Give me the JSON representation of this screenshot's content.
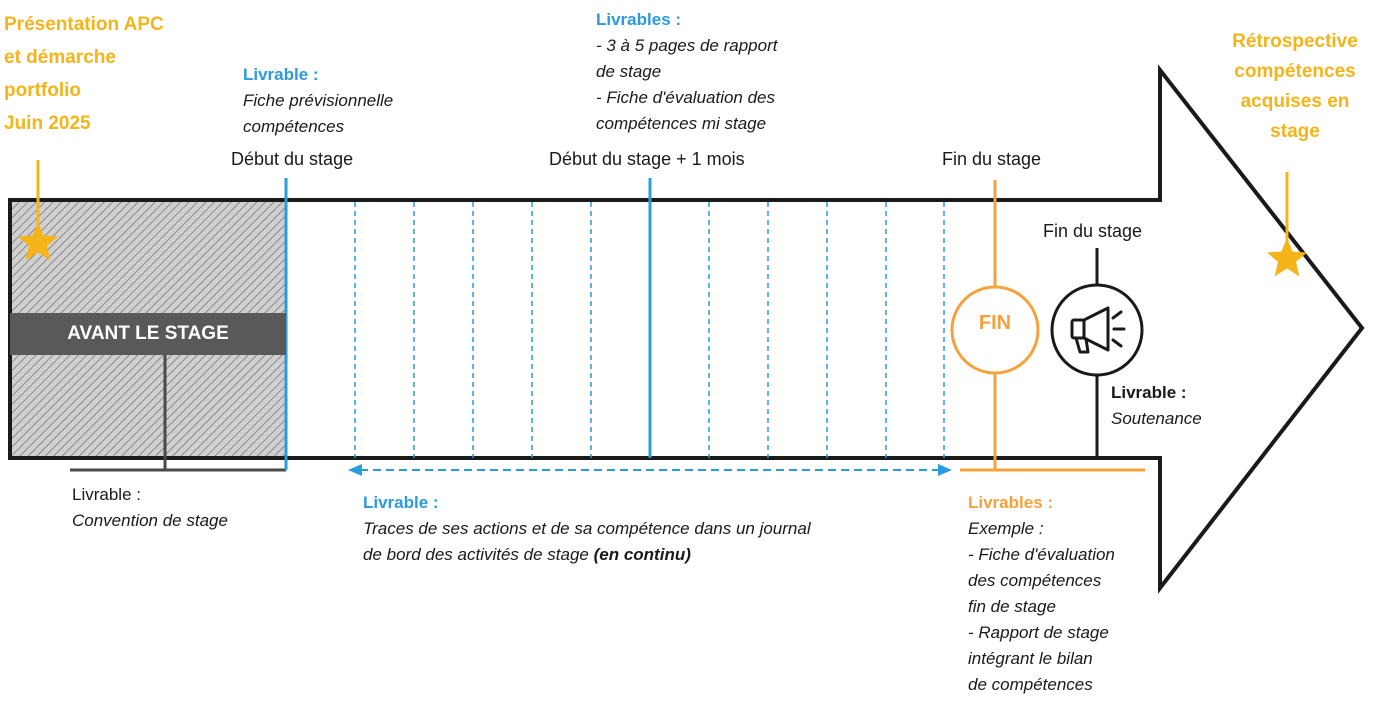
{
  "colors": {
    "yellow": "#f4b41a",
    "blue": "#2b9bdc",
    "orange": "#f4a23c",
    "dark": "#1a1a1a",
    "bar": "#595959"
  },
  "presentation": {
    "line1": "Présentation APC",
    "line2": "et démarche",
    "line3": "portfolio",
    "line4": "Juin 2025"
  },
  "retro": {
    "line1": "Rétrospective",
    "line2": "compétences",
    "line3": "acquises en",
    "line4": "stage"
  },
  "avant": {
    "label": "AVANT LE STAGE"
  },
  "start": {
    "heading": "Livrable :",
    "line1": "Fiche prévisionnelle",
    "line2": "compétences",
    "label": "Début du stage"
  },
  "mid": {
    "heading": "Livrables :",
    "line1": "- 3 à 5 pages de rapport",
    "line2": "de stage",
    "line3": "- Fiche d'évaluation des",
    "line4": "compétences mi stage",
    "label": "Début du stage + 1 mois"
  },
  "end": {
    "label": "Fin du stage",
    "badge": "FIN"
  },
  "defense": {
    "label": "Fin du stage",
    "heading": "Livrable :",
    "text": "Soutenance",
    "icon": "megaphone-icon"
  },
  "convention": {
    "heading": "Livrable :",
    "text": "Convention de stage"
  },
  "journal": {
    "heading": "Livrable :",
    "line1": "Traces de ses actions et de sa compétence dans un journal",
    "line2": "de bord des activités de stage",
    "line2_bold": "(en continu)"
  },
  "final": {
    "heading": "Livrables :",
    "line1": "Exemple :",
    "line2": "- Fiche d'évaluation",
    "line3": "des compétences",
    "line4": "fin de stage",
    "line5": "- Rapport de stage",
    "line6": "intégrant le bilan",
    "line7": "de compétences"
  }
}
